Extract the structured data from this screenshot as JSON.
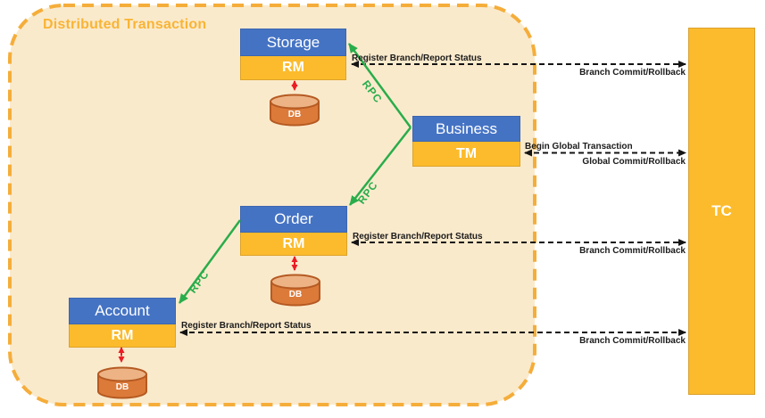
{
  "title": "Distributed Transaction",
  "colors": {
    "blue": "#4573C4",
    "gold": "#FBBB2C",
    "cream": "#FAEACC",
    "border_orange": "#F5AD3A",
    "title_orange": "#F9B435",
    "green": "#29AD4B",
    "red": "#EC1C24",
    "db_body": "#DC7A3A",
    "db_top": "#EDB385",
    "db_border": "#B55A22"
  },
  "tc": {
    "label": "TC"
  },
  "services": [
    {
      "name": "Storage",
      "role": "RM",
      "db_label": "DB"
    },
    {
      "name": "Business",
      "role": "TM"
    },
    {
      "name": "Order",
      "role": "RM",
      "db_label": "DB"
    },
    {
      "name": "Account",
      "role": "RM",
      "db_label": "DB"
    }
  ],
  "rpc_labels": [
    "RPC",
    "RPC",
    "RPC"
  ],
  "message_rows": [
    {
      "request": "Register Branch/Report Status",
      "response": "Branch Commit/Rollback"
    },
    {
      "request": "Begin Global Transaction",
      "response": "Global Commit/Rollback"
    },
    {
      "request": "Register Branch/Report Status",
      "response": "Branch Commit/Rollback"
    },
    {
      "request": "Register Branch/Report Status",
      "response": "Branch Commit/Rollback"
    }
  ]
}
